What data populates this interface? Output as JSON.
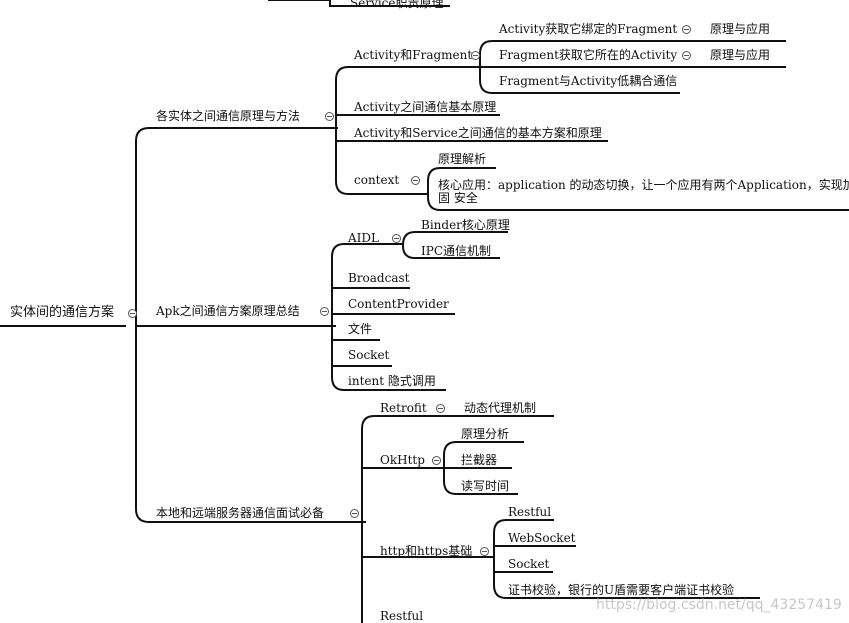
{
  "mindmap": {
    "root": "实体间的通信方案",
    "fragment_top": "Service职责原理",
    "branch1": {
      "label": "各实体之间通信原理与方法",
      "activity_fragment": {
        "label": "Activity和Fragment",
        "items": [
          {
            "label": "Activity获取它绑定的Fragment",
            "note": "原理与应用"
          },
          {
            "label": "Fragment获取它所在的Activity",
            "note": "原理与应用"
          },
          {
            "label": "Fragment与Activity低耦合通信"
          }
        ]
      },
      "activity_basic": "Activity之间通信基本原理",
      "activity_service": "Activity和Service之间通信的基本方案和原理",
      "context": {
        "label": "context",
        "items": [
          "原理解析",
          "核心应用：application 的动态切换，让一个应用有两个Application，实现加固 安全"
        ]
      }
    },
    "branch2": {
      "label": "Apk之间通信方案原理总结",
      "aidl": {
        "label": "AIDL",
        "items": [
          "Binder核心原理",
          "IPC通信机制"
        ]
      },
      "items": [
        "Broadcast",
        "ContentProvider",
        "文件",
        "Socket",
        "intent 隐式调用"
      ]
    },
    "branch3": {
      "label": "本地和远端服务器通信面试必备",
      "retrofit": {
        "label": "Retrofit",
        "item": "动态代理机制"
      },
      "okhttp": {
        "label": "OkHttp",
        "items": [
          "原理分析",
          "拦截器",
          "读写时间"
        ]
      },
      "http": {
        "label": "http和https基础",
        "items": [
          "Restful",
          "WebSocket",
          "Socket",
          "证书校验，银行的U盾需要客户端证书校验"
        ]
      },
      "restful": "Restful"
    }
  },
  "watermark": "https://blog.csdn.net/qq_43257419"
}
